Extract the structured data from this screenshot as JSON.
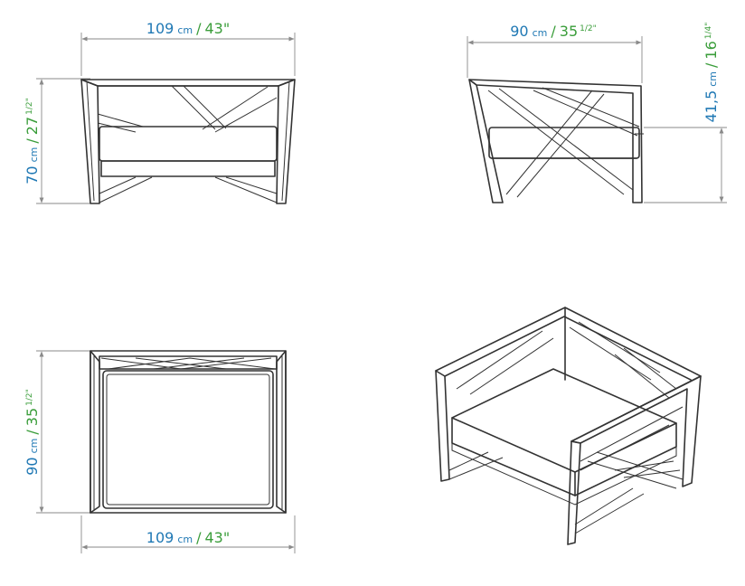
{
  "colors": {
    "cm": "#1f78b4",
    "inch": "#3a9d3a",
    "line": "#333333",
    "dimension_line": "#8a8a8a"
  },
  "front_view": {
    "width": {
      "cm_value": "109",
      "cm_unit": "cm",
      "sep": "/",
      "inch_value": "43\""
    },
    "height": {
      "cm_value": "70",
      "cm_unit": "cm",
      "sep": "/",
      "inch_value": "27",
      "inch_fraction": "1/2\""
    }
  },
  "side_view": {
    "depth": {
      "cm_value": "90",
      "cm_unit": "cm",
      "sep": "/",
      "inch_value": "35",
      "inch_fraction": "1/2\""
    },
    "seat_height": {
      "cm_value": "41,5",
      "cm_unit": "cm",
      "sep": "/",
      "inch_value": "16",
      "inch_fraction": "1/4\""
    }
  },
  "top_view": {
    "width": {
      "cm_value": "109",
      "cm_unit": "cm",
      "sep": "/",
      "inch_value": "43\""
    },
    "depth": {
      "cm_value": "90",
      "cm_unit": "cm",
      "sep": "/",
      "inch_value": "35",
      "inch_fraction": "1/2\""
    }
  }
}
